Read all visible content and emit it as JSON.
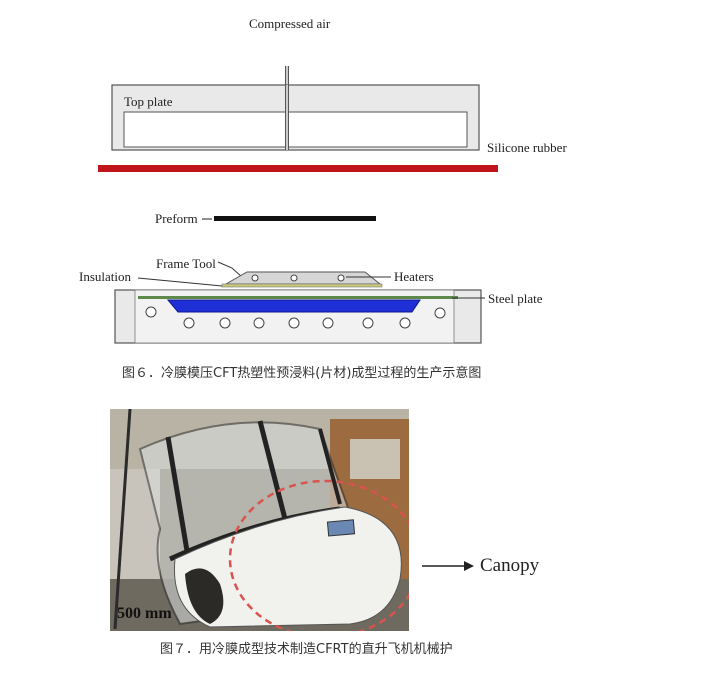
{
  "figure6": {
    "labels": {
      "compressed_air": "Compressed air",
      "top_plate": "Top plate",
      "silicone_rubber": "Silicone rubber",
      "preform": "Preform",
      "frame_tool": "Frame Tool",
      "insulation": "Insulation",
      "heaters": "Heaters",
      "steel_plate": "Steel plate"
    },
    "caption": "图６．冷膜模压CFT热塑性预浸料(片材)成型过程的生产示意图"
  },
  "figure7": {
    "canopy_label": "Canopy",
    "scale_label": "500 mm",
    "caption": "图７．用冷膜成型技术制造CFRT的直升飞机机械护"
  },
  "colors": {
    "silicone_rubber": "#c0161b",
    "preform": "#111111",
    "heater_channel": "#1e2fd6",
    "plate_fill": "#e9e9e9",
    "plate_stroke": "#555555",
    "annotation_circle": "#d9534f"
  }
}
